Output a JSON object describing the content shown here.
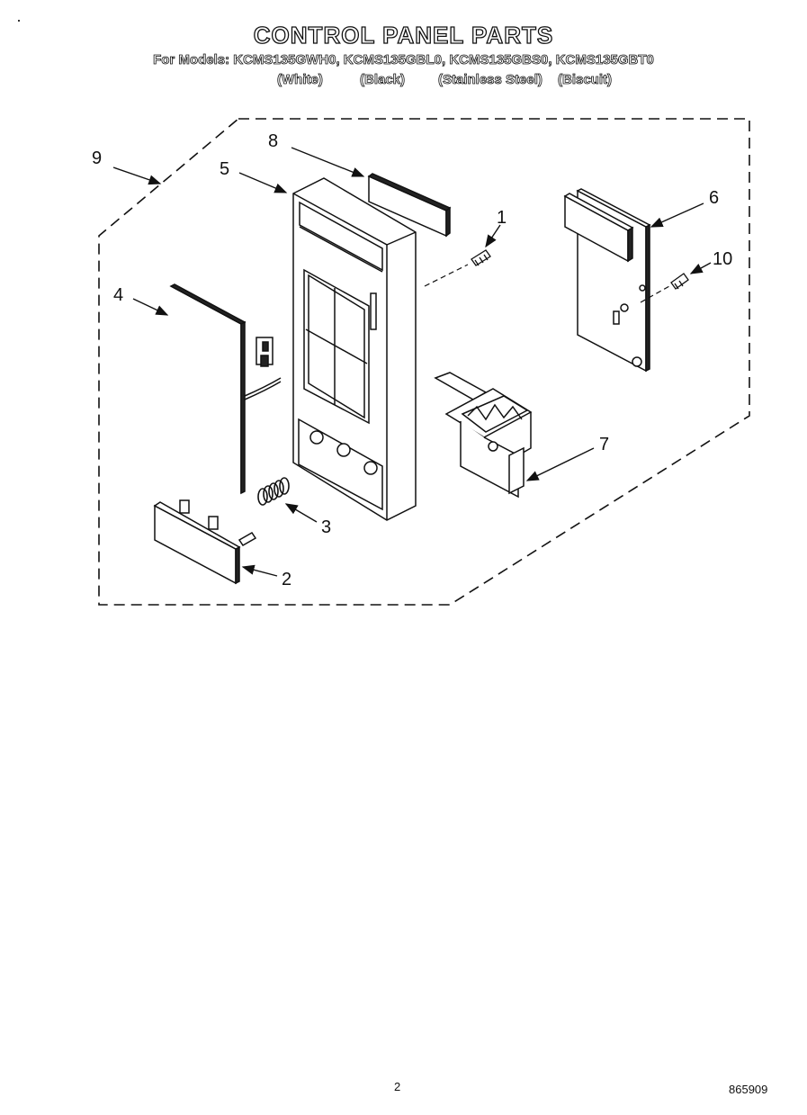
{
  "header": {
    "title": "CONTROL PANEL PARTS",
    "models_line": "For Models: KCMS135GWH0, KCMS135GBL0, KCMS135GBS0, KCMS135GBT0",
    "variants": [
      "(White)",
      "(Black)",
      "(Stainless Steel)",
      "(Biscuit)"
    ]
  },
  "callouts": [
    "1",
    "2",
    "3",
    "4",
    "5",
    "6",
    "7",
    "8",
    "9",
    "10"
  ],
  "footer": {
    "page_number": "2",
    "document_code": "865909"
  }
}
